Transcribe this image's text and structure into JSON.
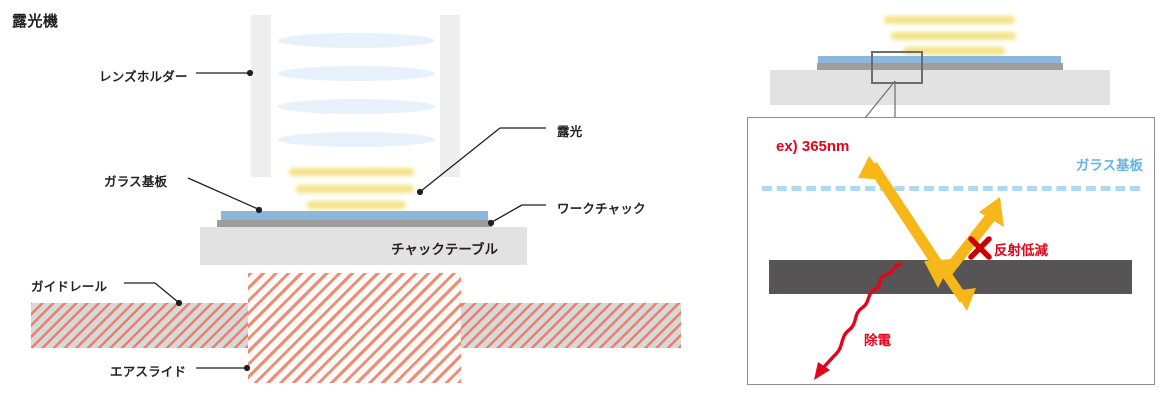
{
  "diagram": {
    "title": "露光機",
    "left_machine": {
      "labels": {
        "lens_holder": "レンズホルダー",
        "glass_substrate": "ガラス基板",
        "exposure": "露光",
        "work_chuck": "ワークチャック",
        "chuck_table": "チャックテーブル",
        "guide_rail": "ガイドレール",
        "air_slide": "エアスライド"
      },
      "lens_count": 4,
      "beam_count": 3
    },
    "right_detail": {
      "wavelength_label": "ex) 365nm",
      "glass_substrate_label": "ガラス基板",
      "reflection_label": "反射低減",
      "reflection_mark": "✕",
      "static_elimination_label": "除電"
    },
    "colors": {
      "text": "#231f20",
      "red": "#e3051b",
      "blue_label": "#62b5e5",
      "beam_yellow": "#f4e287",
      "arrow_orange": "#f7b718",
      "glass_blue": "#8cb7dd",
      "dashed_blue": "#aed9f2",
      "work_chuck_gray": "#9d9d9d",
      "chuck_table_gray": "#e2e2e2",
      "dark_bar_gray": "#565454",
      "hatch_orange": "#ea8a70",
      "holder_gray": "#eeeeee"
    }
  }
}
